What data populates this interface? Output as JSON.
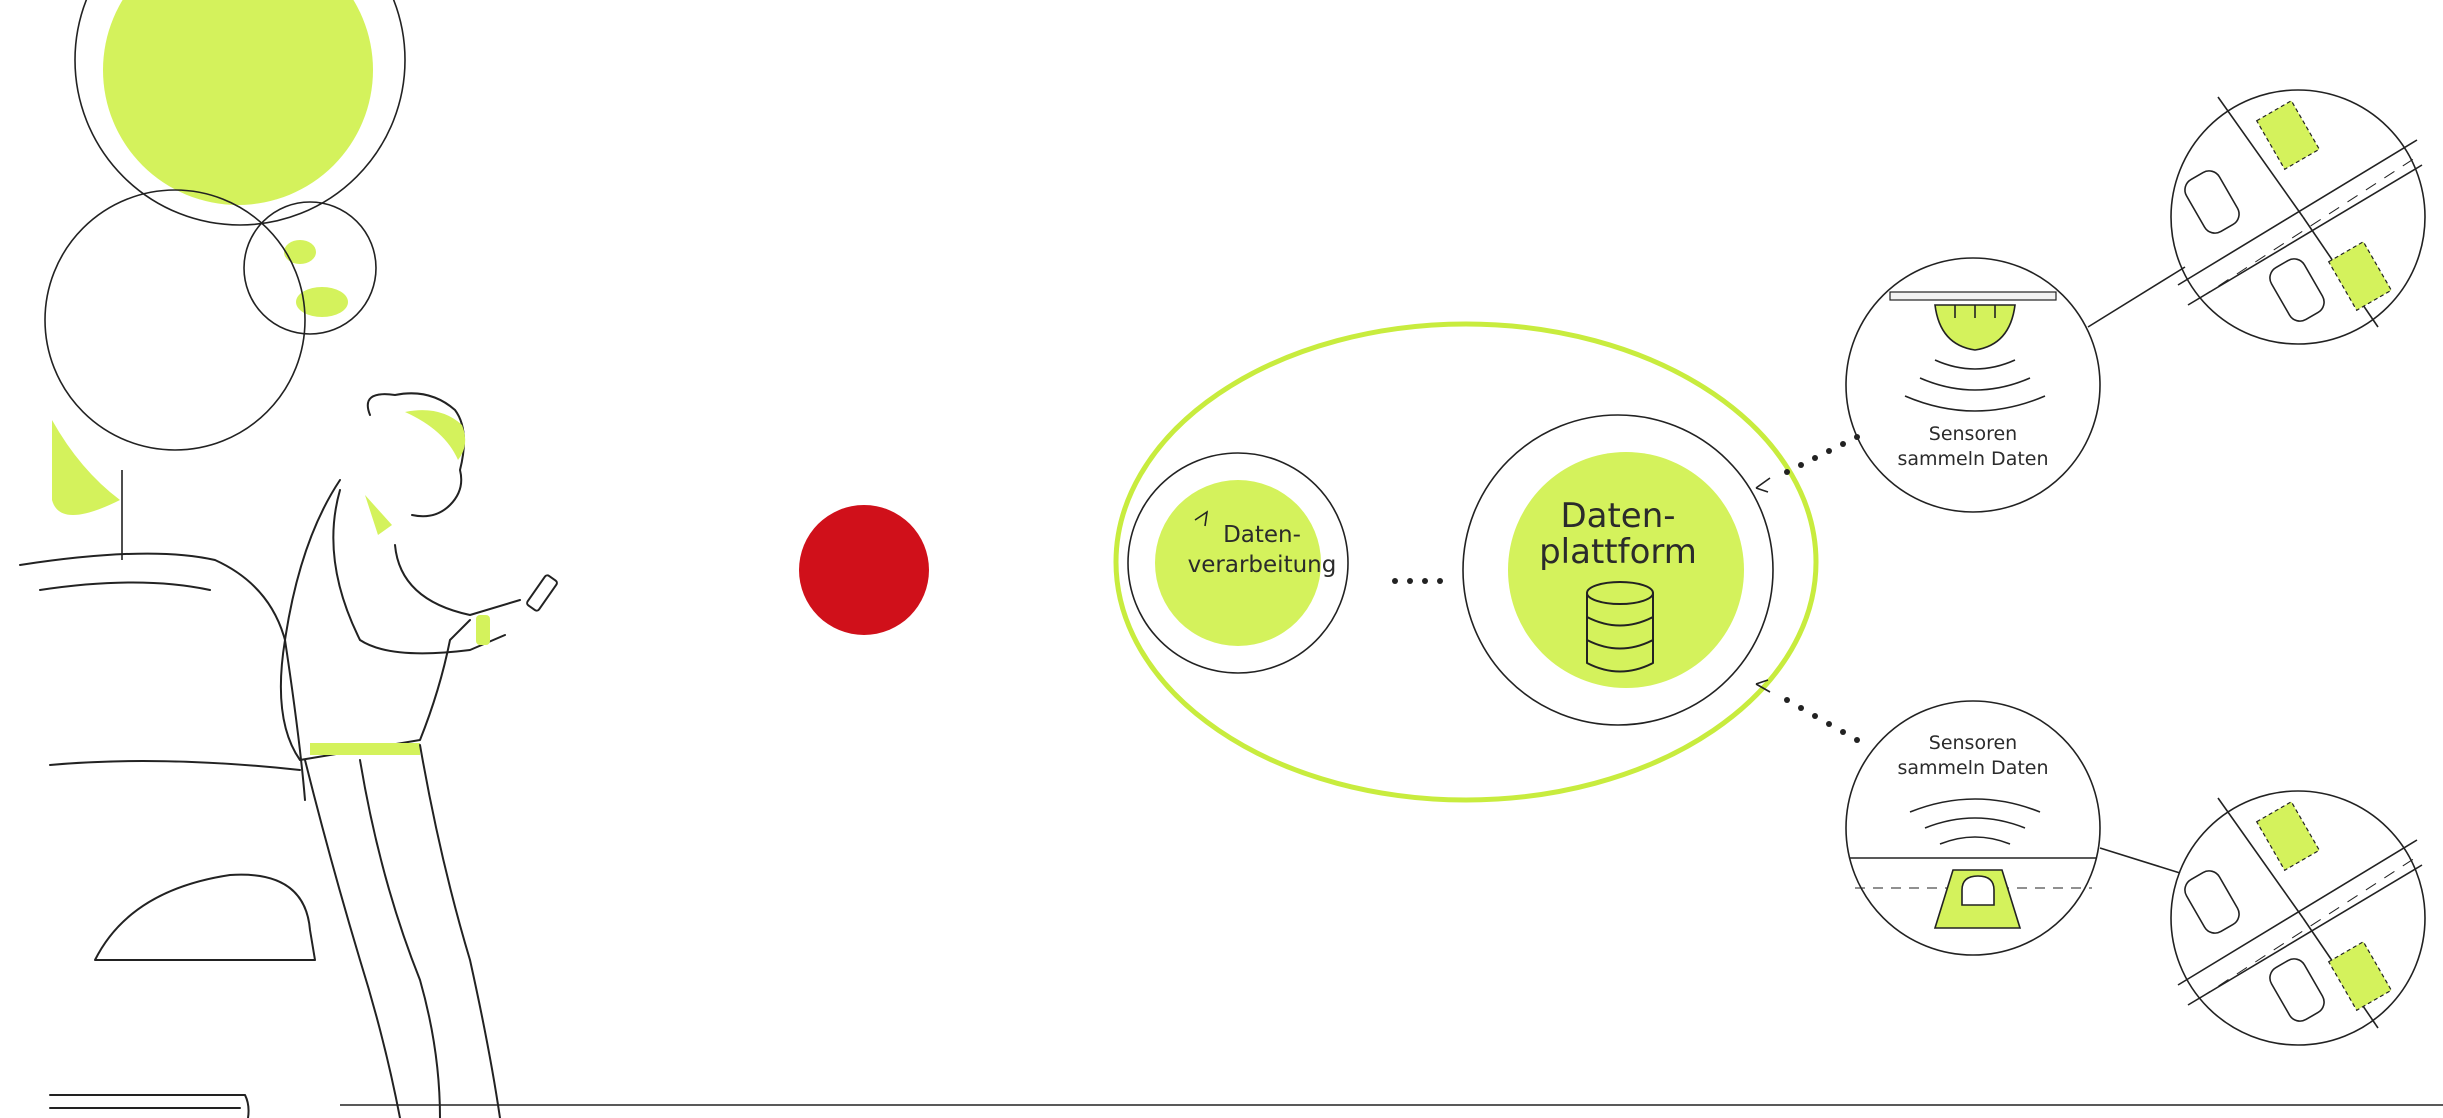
{
  "colors": {
    "accent": "#d4f25c",
    "accent_ring": "#c8ec3e",
    "status_red": "#d0101a",
    "ink": "#222222",
    "background": "#ffffff"
  },
  "diagram": {
    "processing_label_line1": "Daten-",
    "processing_label_line2": "verarbeitung",
    "platform_label_line1": "Daten-",
    "platform_label_line2": "plattform",
    "sensor_top_label_line1": "Sensoren",
    "sensor_top_label_line2": "sammeln Daten",
    "sensor_bottom_label_line1": "Sensoren",
    "sensor_bottom_label_line2": "sammeln Daten"
  },
  "icons": {
    "database": "database-icon",
    "ceiling_sensor": "ceiling-sensor-icon",
    "ground_sensor": "ground-sensor-icon",
    "parking_lot": "parking-lot-icon",
    "car": "car-icon",
    "smartphone": "smartphone-icon",
    "status_dot": "status-dot-icon"
  }
}
